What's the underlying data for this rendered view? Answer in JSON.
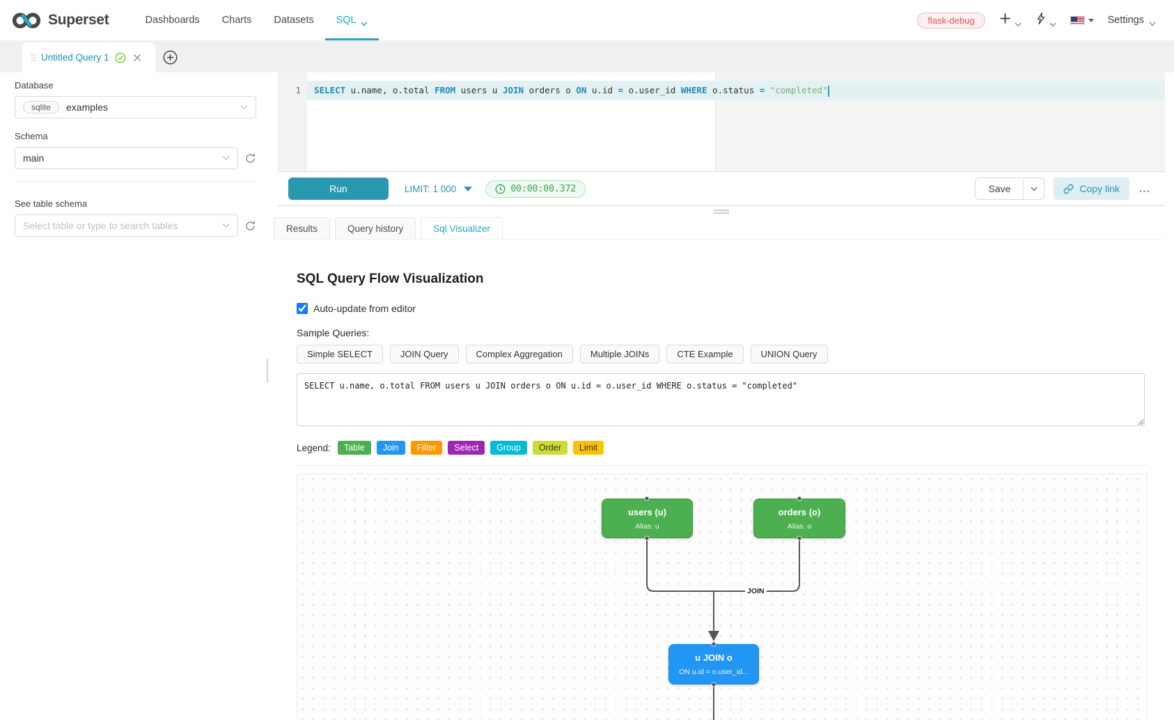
{
  "colors": {
    "accent": "#20a7c9",
    "run_button": "#2898ae",
    "node_table": "#4caf50",
    "node_join": "#2196f3",
    "edge": "#555555",
    "env_badge": "#e0545e"
  },
  "navbar": {
    "logo_text": "Superset",
    "items": [
      {
        "label": "Dashboards"
      },
      {
        "label": "Charts"
      },
      {
        "label": "Datasets"
      },
      {
        "label": "SQL"
      }
    ],
    "env_badge": "flask-debug",
    "settings_label": "Settings"
  },
  "tabstrip": {
    "active_tab_title": "Untitled Query 1"
  },
  "sidebar": {
    "database_label": "Database",
    "database_engine": "sqlite",
    "database_value": "examples",
    "schema_label": "Schema",
    "schema_value": "main",
    "table_label": "See table schema",
    "table_placeholder": "Select table or type to search tables"
  },
  "editor": {
    "line_number": "1",
    "tokens": [
      {
        "text": "SELECT",
        "type": "keyword"
      },
      {
        "text": " u.name, o.total ",
        "type": "plain"
      },
      {
        "text": "FROM",
        "type": "keyword"
      },
      {
        "text": " users u ",
        "type": "plain"
      },
      {
        "text": "JOIN",
        "type": "keyword"
      },
      {
        "text": " orders o ",
        "type": "plain"
      },
      {
        "text": "ON",
        "type": "keyword"
      },
      {
        "text": " u.id ",
        "type": "plain"
      },
      {
        "text": "=",
        "type": "keyword"
      },
      {
        "text": " o.user_id ",
        "type": "plain"
      },
      {
        "text": "WHERE",
        "type": "keyword"
      },
      {
        "text": " o.status ",
        "type": "plain"
      },
      {
        "text": "=",
        "type": "keyword"
      },
      {
        "text": " ",
        "type": "plain"
      },
      {
        "text": "\"completed\"",
        "type": "string"
      }
    ]
  },
  "toolbar": {
    "run_label": "Run",
    "limit_label": "LIMIT:",
    "limit_value": "1 000",
    "timer": "00:00:00.372",
    "save_label": "Save",
    "copy_link_label": "Copy link",
    "more_label": "…"
  },
  "result_tabs": [
    {
      "label": "Results"
    },
    {
      "label": "Query history"
    },
    {
      "label": "Sql Visualizer"
    }
  ],
  "visualizer": {
    "title": "SQL Query Flow Visualization",
    "auto_update_label": "Auto-update from editor",
    "auto_update_checked": true,
    "sample_queries_label": "Sample Queries:",
    "sample_queries": [
      {
        "label": "Simple SELECT"
      },
      {
        "label": "JOIN Query"
      },
      {
        "label": "Complex Aggregation"
      },
      {
        "label": "Multiple JOINs"
      },
      {
        "label": "CTE Example"
      },
      {
        "label": "UNION Query"
      }
    ],
    "query_text": "SELECT u.name, o.total FROM users u JOIN orders o ON u.id = o.user_id WHERE o.status = \"completed\"",
    "legend_label": "Legend:",
    "legend": [
      {
        "label": "Table",
        "color": "#4caf50"
      },
      {
        "label": "Join",
        "color": "#2196f3"
      },
      {
        "label": "Filter",
        "color": "#ff9800"
      },
      {
        "label": "Select",
        "color": "#9c27b0"
      },
      {
        "label": "Group",
        "color": "#00bcd4"
      },
      {
        "label": "Order",
        "color": "#cddc39"
      },
      {
        "label": "Limit",
        "color": "#ffc107"
      }
    ],
    "flow": {
      "nodes": [
        {
          "title": "users (u)",
          "subtitle": "Alias: u"
        },
        {
          "title": "orders (o)",
          "subtitle": "Alias: o"
        },
        {
          "title": "u JOIN o",
          "subtitle": "ON u.id = o.user_id..."
        }
      ],
      "edge_label": "JOIN"
    }
  }
}
